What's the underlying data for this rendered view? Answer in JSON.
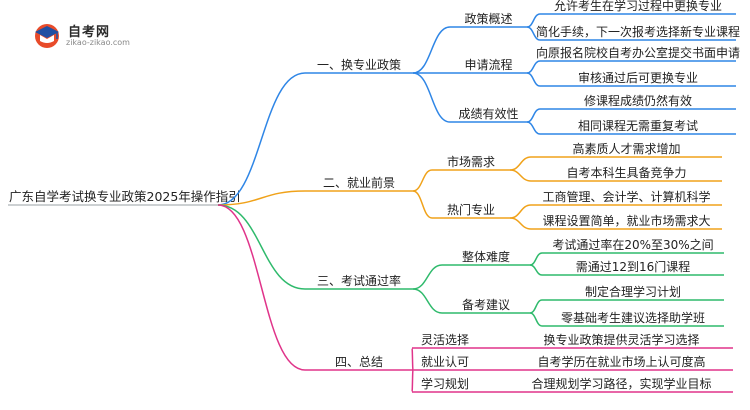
{
  "logo": {
    "title": "自考网",
    "url": "zikao-zikao.com"
  },
  "colors": {
    "b1": "#2f86e6",
    "b2": "#f0a21a",
    "b3": "#2fba6c",
    "b4": "#e0348a"
  },
  "root": "广东自学考试换专业政策2025年操作指引",
  "branches": [
    {
      "label": "一、换专业政策",
      "children": [
        {
          "label": "政策概述",
          "leaves": [
            "允许考生在学习过程中更换专业",
            "简化手续，下一次报考选择新专业课程"
          ]
        },
        {
          "label": "申请流程",
          "leaves": [
            "向原报名院校自考办公室提交书面申请",
            "审核通过后可更换专业"
          ]
        },
        {
          "label": "成绩有效性",
          "leaves": [
            "修课程成绩仍然有效",
            "相同课程无需重复考试"
          ]
        }
      ]
    },
    {
      "label": "二、就业前景",
      "children": [
        {
          "label": "市场需求",
          "leaves": [
            "高素质人才需求增加",
            "自考本科生具备竞争力"
          ]
        },
        {
          "label": "热门专业",
          "leaves": [
            "工商管理、会计学、计算机科学",
            "课程设置简单，就业市场需求大"
          ]
        }
      ]
    },
    {
      "label": "三、考试通过率",
      "children": [
        {
          "label": "整体难度",
          "leaves": [
            "考试通过率在20%至30%之间",
            "需通过12到16门课程"
          ]
        },
        {
          "label": "备考建议",
          "leaves": [
            "制定合理学习计划",
            "零基础考生建议选择助学班"
          ]
        }
      ]
    },
    {
      "label": "四、总结",
      "children": [
        {
          "label": "灵活选择",
          "leaves": [
            "换专业政策提供灵活学习选择"
          ]
        },
        {
          "label": "就业认可",
          "leaves": [
            "自考学历在就业市场上认可度高"
          ]
        },
        {
          "label": "学习规划",
          "leaves": [
            "合理规划学习路径，实现学业目标"
          ]
        }
      ]
    }
  ]
}
